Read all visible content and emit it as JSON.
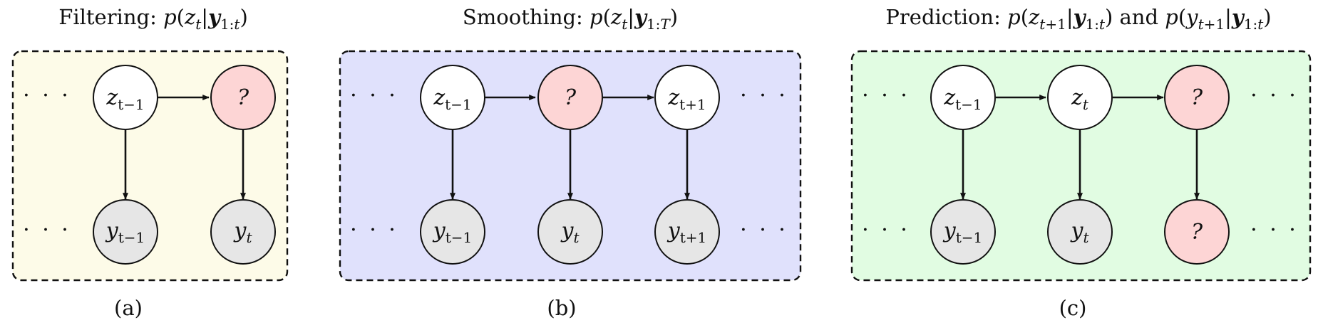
{
  "colors": {
    "panel_a": "#fdfbe8",
    "panel_b": "#e0e1fc",
    "panel_c": "#e1fce2",
    "node_latent": "#ffffff",
    "node_observed": "#e6e6e6",
    "node_query": "#fdd5d5"
  },
  "panels": [
    {
      "id": "a",
      "title": "Filtering: p(z_t|y_1:t)",
      "caption": "(a)",
      "nodes": [
        {
          "label": "z_{t−1}"
        },
        {
          "label": "?"
        },
        {
          "label": "y_{t−1}"
        },
        {
          "label": "y_t"
        }
      ],
      "dots": "· · ·"
    },
    {
      "id": "b",
      "title": "Smoothing: p(z_t|y_1:T)",
      "caption": "(b)",
      "nodes": [
        {
          "label": "z_{t−1}"
        },
        {
          "label": "?"
        },
        {
          "label": "z_{t+1}"
        },
        {
          "label": "y_{t−1}"
        },
        {
          "label": "y_t"
        },
        {
          "label": "y_{t+1}"
        }
      ],
      "dots": "· · ·"
    },
    {
      "id": "c",
      "title": "Prediction: p(z_{t+1}|y_1:t) and p(y_{t+1}|y_1:t)",
      "caption": "(c)",
      "nodes": [
        {
          "label": "z_{t−1}"
        },
        {
          "label": "z_t"
        },
        {
          "label": "?"
        },
        {
          "label": "y_{t−1}"
        },
        {
          "label": "y_t"
        },
        {
          "label": "?"
        }
      ],
      "dots": "· · ·"
    }
  ]
}
